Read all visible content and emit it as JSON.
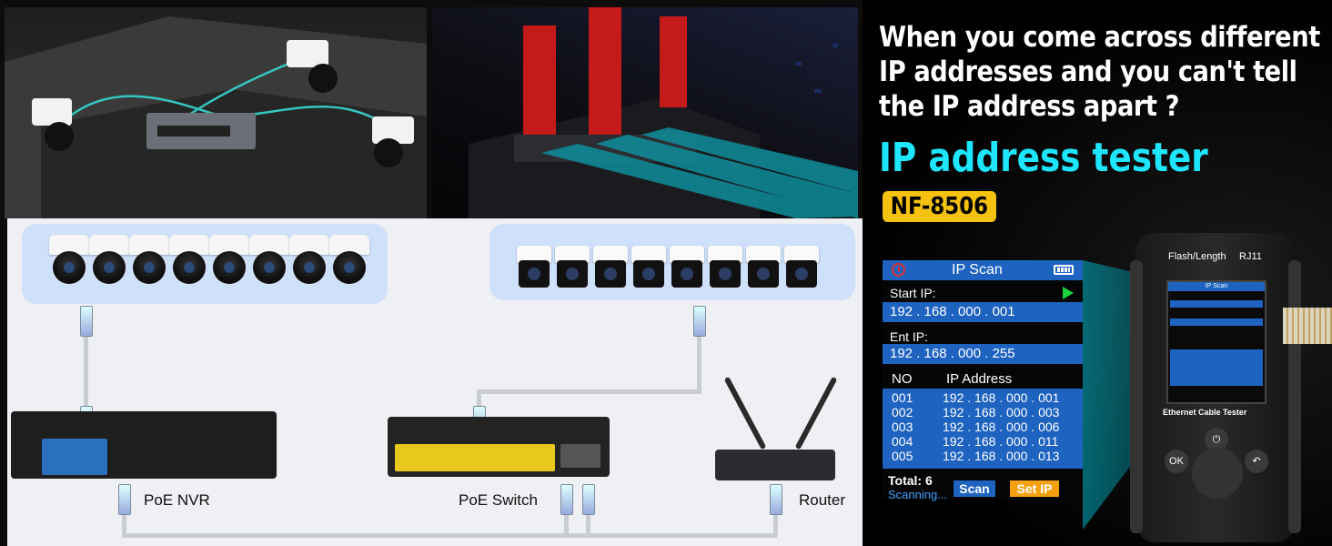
{
  "diagram": {
    "labels": {
      "nvr": "PoE NVR",
      "switch": "PoE Switch",
      "router": "Router"
    }
  },
  "promo": {
    "headline": "When you come across different IP addresses and you can't tell the IP address apart ?",
    "subhead": "IP address tester",
    "model": "NF-8506"
  },
  "screen": {
    "title": "IP Scan",
    "start_label": "Start IP:",
    "start_value": "192 . 168 . 000 . 001",
    "end_label": "Ent IP:",
    "end_value": "192 . 168 . 000 . 255",
    "col_no": "NO",
    "col_ip": "IP Address",
    "rows": [
      {
        "no": "001",
        "ip": "192 . 168 . 000 . 001"
      },
      {
        "no": "002",
        "ip": "192 . 168 . 000 . 003"
      },
      {
        "no": "003",
        "ip": "192 . 168 . 000 . 006"
      },
      {
        "no": "004",
        "ip": "192 . 168 . 000 . 011"
      },
      {
        "no": "005",
        "ip": "192 . 168 . 000 . 013"
      }
    ],
    "total": "Total: 6",
    "status": "Scanning...",
    "scan_button": "Scan",
    "setip_button": "Set IP",
    "colors": {
      "accent": "#1e63c0",
      "setip": "#f5a10f",
      "play": "#19d33a"
    }
  },
  "tester": {
    "top_label": "Flash/Length",
    "port_label": "RJ11",
    "product_label": "Ethernet Cable Tester",
    "ok_key": "OK"
  }
}
